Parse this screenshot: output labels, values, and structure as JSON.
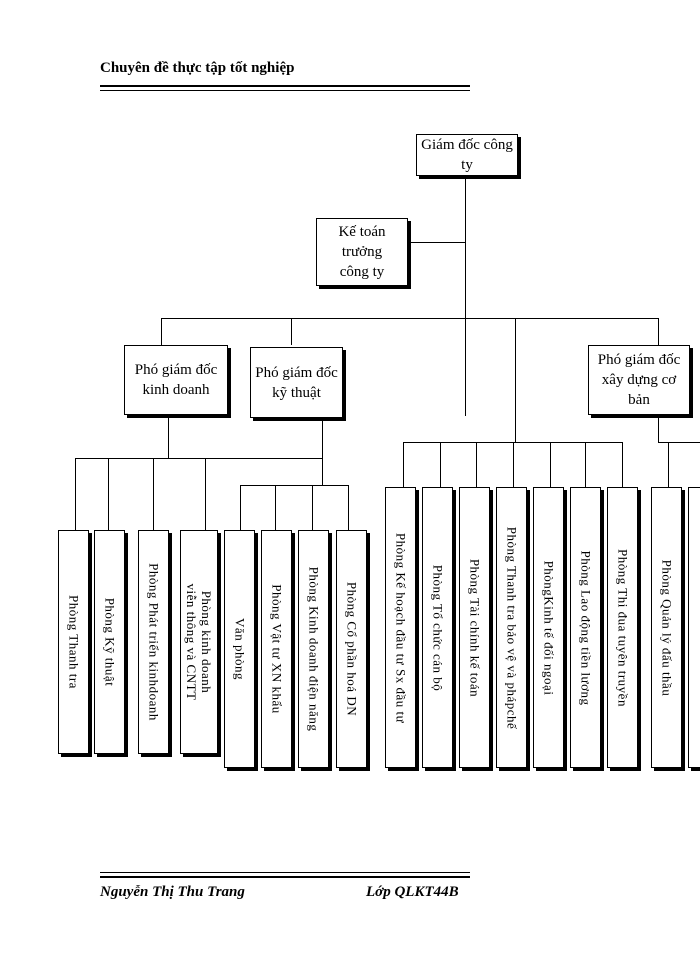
{
  "header": {
    "title": "Chuyên đề thực tập tốt nghiệp"
  },
  "org_chart": {
    "ceo": "Giám đốc công ty",
    "chief_accountant": "Kế toán trưởng\ncông ty",
    "deputies": {
      "business": "Phó giám đốc\nkinh doanh",
      "technical": "Phó giám đốc\nkỹ thuật",
      "construction": "Phó giám đốc\nxây dựng cơ bản"
    },
    "business_departments": [
      "Phòng Thanh tra",
      "Phòng Kỹ thuật",
      "Phòng Phát triển kinhdoanh",
      "Phòng kinh doanh\nviễn thông và CNTT"
    ],
    "technical_departments": [
      "Văn phòng",
      "Phòng Vật tư XN khẩu",
      "Phòng Kinh doanh điện năng",
      "Phòng Cổ phần hoá DN"
    ],
    "direct_departments": [
      "Phòng Kế hoạch đầu tư Sx đầu tư",
      "Phòng Tổ chức cán bộ",
      "Phòng Tài chính kế toán",
      "Phòng Thanh tra bảo vệ và phápchế",
      "PhòngKinh tế đối ngoại",
      "Phòng Lao động tiền lương",
      "Phòng Thi đua tuyên truyền"
    ],
    "construction_departments": [
      "Phòng Quản lý đấu thầu"
    ]
  },
  "footer": {
    "author": "Nguyễn Thị Thu Trang",
    "class": "Lớp QLKT44B"
  }
}
